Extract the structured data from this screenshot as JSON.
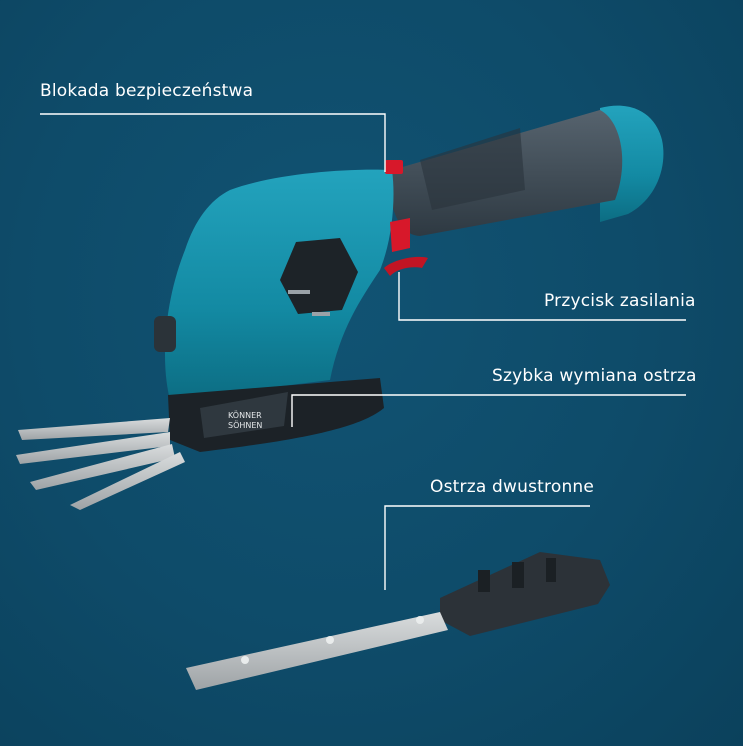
{
  "callouts": {
    "safety_lock": "Blokada bezpieczeństwa",
    "power_button": "Przycisk zasilania",
    "quick_blade_change": "Szybka wymiana ostrza",
    "double_sided_blades": "Ostrza dwustronne"
  },
  "brand": {
    "line1": "KÖNNER",
    "line2": "SÖHNEN"
  },
  "colors": {
    "background": "#0d4866",
    "tool_body": "#1a8fa8",
    "accent_red": "#d7182a",
    "grip": "#3d4a55",
    "leader_lines": "#ffffff"
  }
}
